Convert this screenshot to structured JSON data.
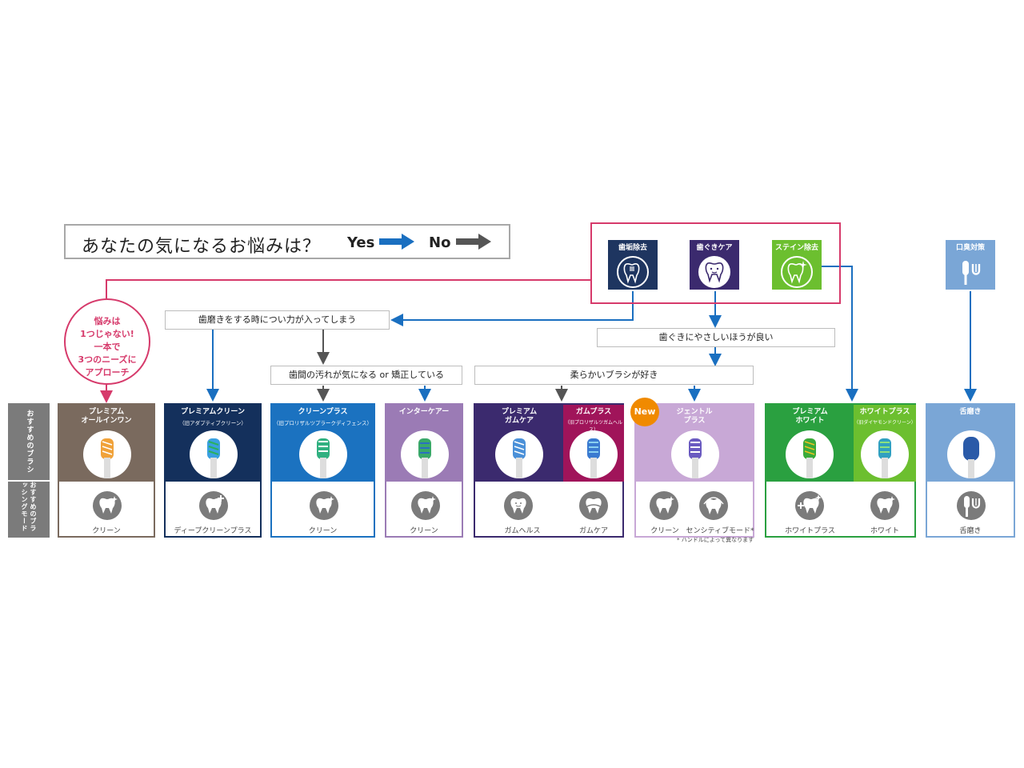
{
  "title": {
    "question": "あなたの気になるお悩みは？",
    "yes": "Yes",
    "no": "No"
  },
  "colors": {
    "yes_arrow": "#1a6fc0",
    "no_arrow": "#555555",
    "pink": "#d63a6b"
  },
  "concerns": [
    {
      "label": "歯垢除去",
      "color": "#1e3560",
      "icon": "tooth-brush-icon"
    },
    {
      "label": "歯ぐきケア",
      "color": "#3b2a6e",
      "icon": "tooth-face-icon"
    },
    {
      "label": "ステイン除去",
      "color": "#6cbf2f",
      "icon": "tooth-sparkle-icon"
    },
    {
      "label": "口臭対策",
      "color": "#7aa6d6",
      "icon": "tongue-cleaner-icon"
    }
  ],
  "questions": {
    "q1": "歯磨きをする時につい力が入ってしまう",
    "q2": "歯ぐきにやさしいほうが良い",
    "q3": "歯間の汚れが気になる or 矯正している",
    "q4": "柔らかいブラシが好き"
  },
  "bubble": [
    "悩みは",
    "1つじゃない!",
    "一本で",
    "3つのニーズに",
    "アプローチ"
  ],
  "side_labels": {
    "brush": "おすすめのブラシ",
    "mode": "おすすめのブラッシングモード"
  },
  "new_badge": "New",
  "products": [
    {
      "name": [
        "プレミアム",
        "オールインワン"
      ],
      "sub": "",
      "color": "#7a6a5e",
      "head": "#f0a23a"
    },
    {
      "name": [
        "プレミアムクリーン"
      ],
      "sub": "（旧アダプティブクリーン）",
      "color": "#14305c",
      "head": "#3aa0e0"
    },
    {
      "name": [
        "クリーンプラス"
      ],
      "sub": "（旧プロリザルツプラークディフェンス）",
      "color": "#1b72c0",
      "head": "#30b080"
    },
    {
      "name": [
        "インターケアー"
      ],
      "sub": "",
      "color": "#9b7bb5",
      "head": "#3aa86a"
    },
    {
      "name": [
        "プレミアム",
        "ガムケア"
      ],
      "sub": "",
      "color": "#3b2a6e",
      "head": "#4a90d8"
    },
    {
      "name": [
        "ガムプラス"
      ],
      "sub": "（旧プロリザルツガムヘルス）",
      "color": "#a0145a",
      "head": "#3a7ad0"
    },
    {
      "name": [
        "ジェントル",
        "プラス"
      ],
      "sub": "",
      "color": "#c8a8d6",
      "head": "#6a5ac0"
    },
    {
      "name": [
        "プレミアム",
        "ホワイト"
      ],
      "sub": "",
      "color": "#2aa040",
      "head": "#3aaa3a"
    },
    {
      "name": [
        "ホワイトプラス"
      ],
      "sub": "（旧ダイヤモンドクリーン）",
      "color": "#6cbf2f",
      "head": "#30a0c0"
    },
    {
      "name": [
        "舌磨き"
      ],
      "sub": "",
      "color": "#7aa6d6",
      "head": "#2a5aa8"
    }
  ],
  "modes": {
    "clean": "クリーン",
    "deep_clean_plus": "ディープクリーンプラス",
    "gum_health": "ガムヘルス",
    "gum_care": "ガムケア",
    "sensitive": "センシティブモード*",
    "white_plus": "ホワイトプラス",
    "white": "ホワイト",
    "tongue": "舌磨き"
  },
  "footnote": "* ハンドルによって異なります"
}
